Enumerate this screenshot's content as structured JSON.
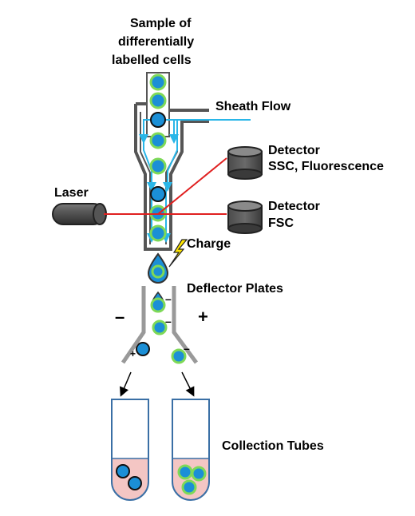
{
  "labels": {
    "sample_line1": "Sample of",
    "sample_line2": "differentially",
    "sample_line3": "labelled cells",
    "sheath_flow": "Sheath Flow",
    "detector1_line1": "Detector",
    "detector1_line2": "SSC, Fluorescence",
    "laser": "Laser",
    "detector2_line1": "Detector",
    "detector2_line2": "FSC",
    "charge": "Charge",
    "deflector_plates": "Deflector Plates",
    "collection_tubes": "Collection Tubes"
  },
  "signs": {
    "left_plate": "–",
    "right_plate": "+",
    "drop1": "–",
    "drop2": "–",
    "cell_left": "+",
    "cell_right": "–"
  },
  "colors": {
    "cell_fill": "#1b8fd6",
    "cell_outline": "#000000",
    "labelled_ring": "#7ed957",
    "sheath": "#29b6e8",
    "laser_beam": "#e02020",
    "tube_liquid": "#f4c6c4",
    "tube_outline": "#3a6fa5",
    "device_gray": "#666666",
    "spark": "#ffe600"
  },
  "icons": {
    "laser": "laser-cylinder-icon",
    "detector": "detector-cylinder-icon",
    "charge": "lightning-bolt-icon"
  }
}
